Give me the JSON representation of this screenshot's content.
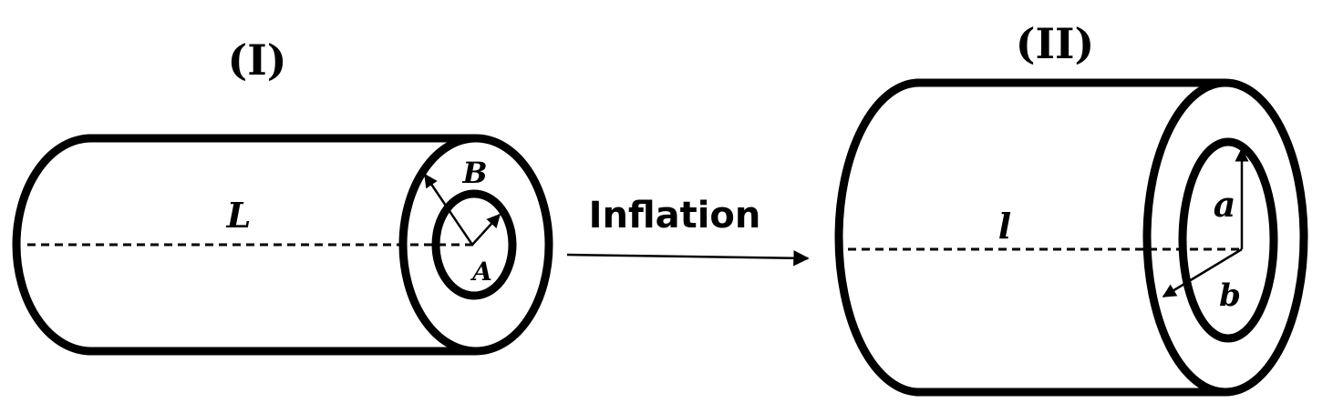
{
  "panels": {
    "undeformed": {
      "label": "(I)",
      "length_label": "L",
      "outer_radius_label": "B",
      "inner_radius_label": "A"
    },
    "deformed": {
      "label": "(II)",
      "length_label": "l",
      "outer_radius_label": "b",
      "inner_radius_label": "a"
    }
  },
  "transition": {
    "label": "Inflation"
  }
}
